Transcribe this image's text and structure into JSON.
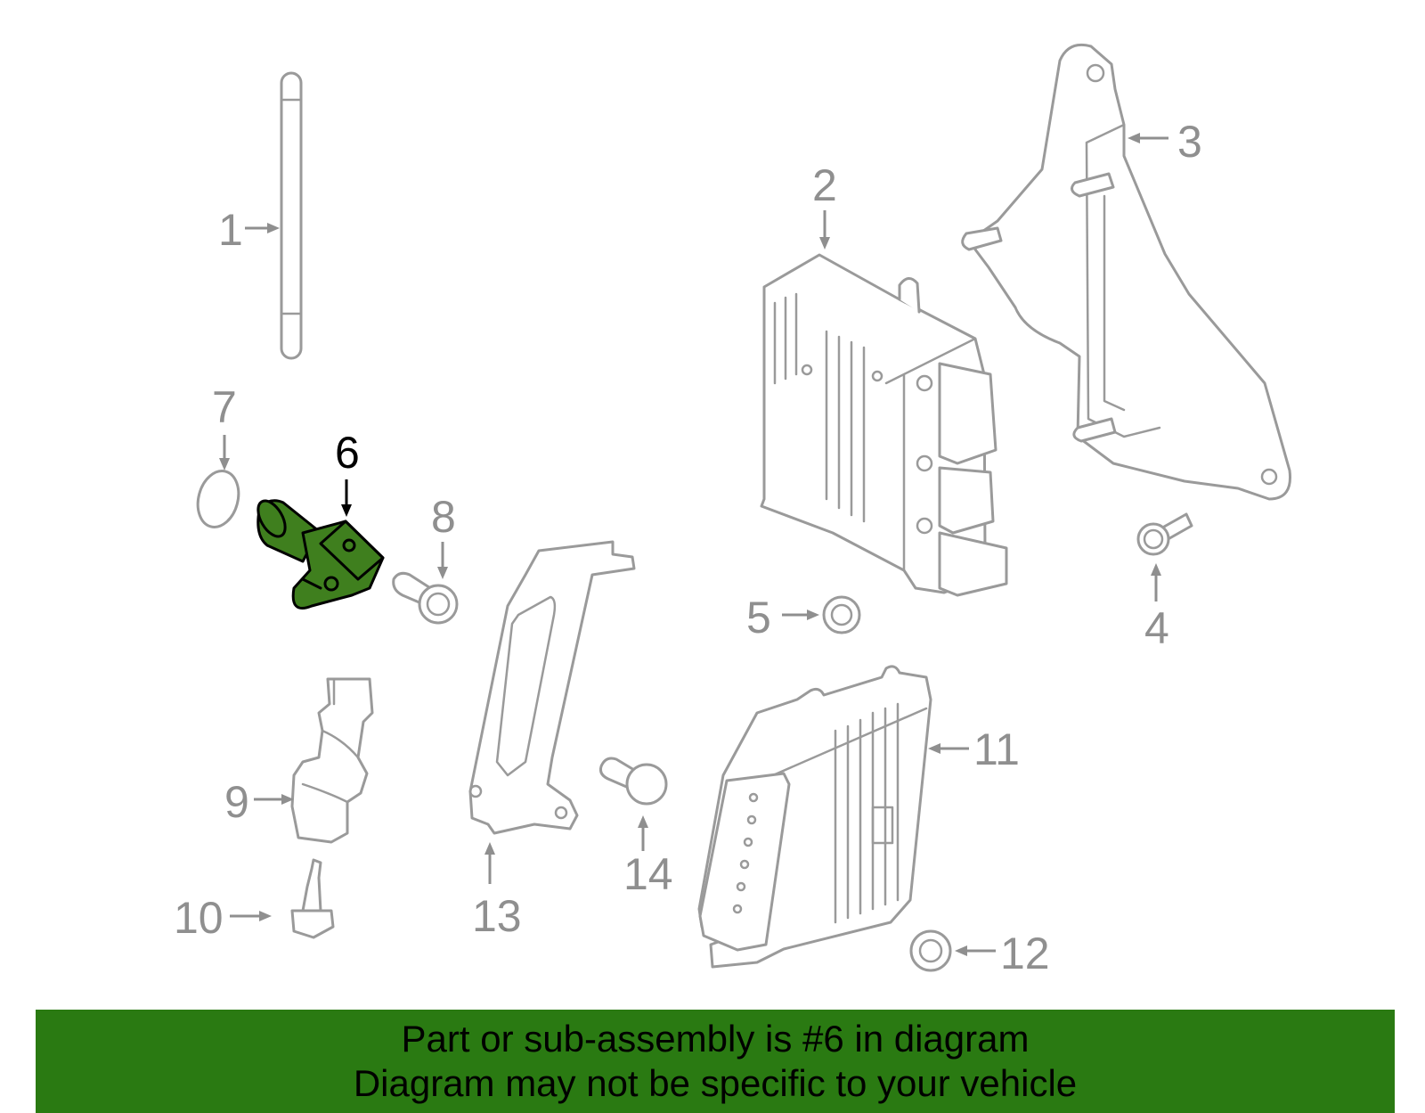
{
  "callouts": {
    "c1": "1",
    "c2": "2",
    "c3": "3",
    "c4": "4",
    "c5": "5",
    "c6": "6",
    "c7": "7",
    "c8": "8",
    "c9": "9",
    "c10": "10",
    "c11": "11",
    "c12": "12",
    "c13": "13",
    "c14": "14"
  },
  "highlighted_part": "6",
  "colors": {
    "highlight_fill": "#3f7f1e",
    "banner_bg": "#2a7a12",
    "line_gray": "#9a9a9a"
  },
  "banner": {
    "line1": "Part or sub-assembly is #6 in diagram",
    "line2": "Diagram may not be specific to your vehicle"
  }
}
